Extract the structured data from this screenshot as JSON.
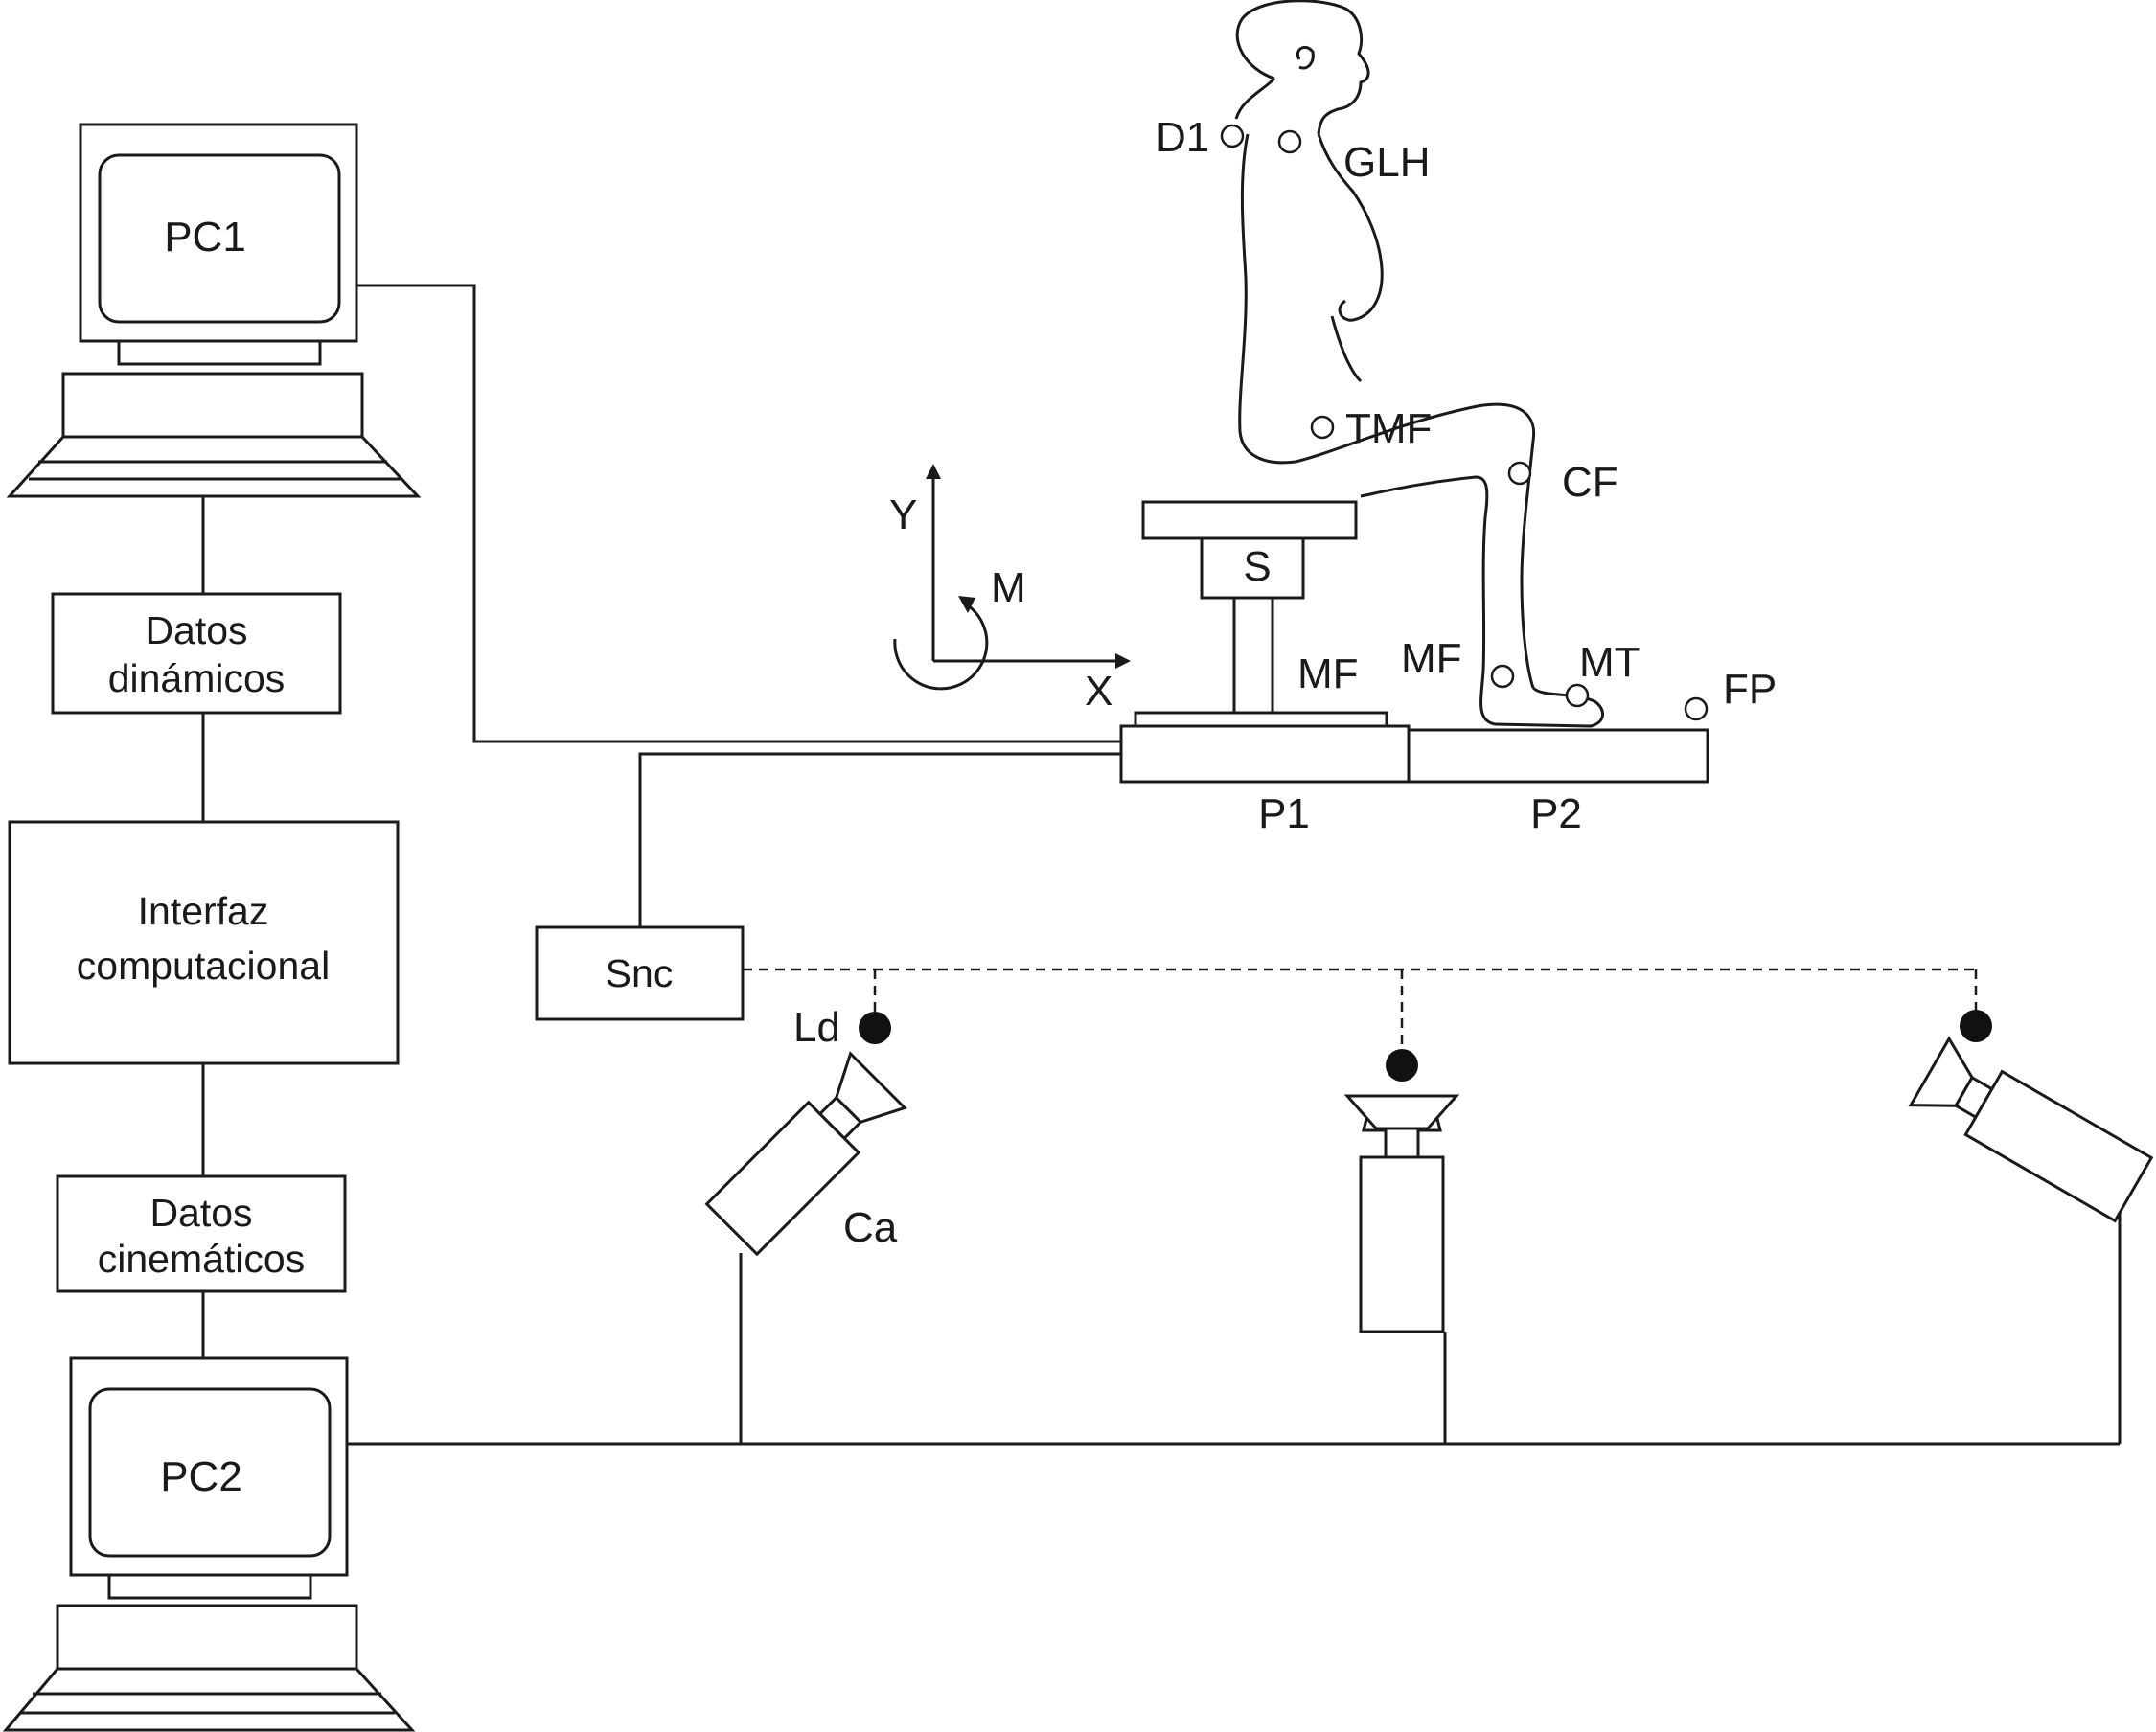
{
  "computers": {
    "pc1_label": "PC1",
    "pc2_label": "PC2"
  },
  "boxes": {
    "dynamic_data": {
      "line1": "Datos",
      "line2": "dinámicos"
    },
    "interface": {
      "line1": "Interfaz",
      "line2": "computacional"
    },
    "kinematic_data": {
      "line1": "Datos",
      "line2": "cinemáticos"
    },
    "sync": "Snc"
  },
  "axes": {
    "x_label": "X",
    "y_label": "Y",
    "moment_label": "M"
  },
  "seat": {
    "sensor_label": "S",
    "mf_label": "MF"
  },
  "platforms": {
    "p1_label": "P1",
    "p2_label": "P2"
  },
  "markers": {
    "d1": "D1",
    "glh": "GLH",
    "tmf": "TMF",
    "cf": "CF",
    "mf": "MF",
    "mt": "MT",
    "fp": "FP"
  },
  "cameras": {
    "led_label": "Ld",
    "camera_label": "Ca"
  }
}
